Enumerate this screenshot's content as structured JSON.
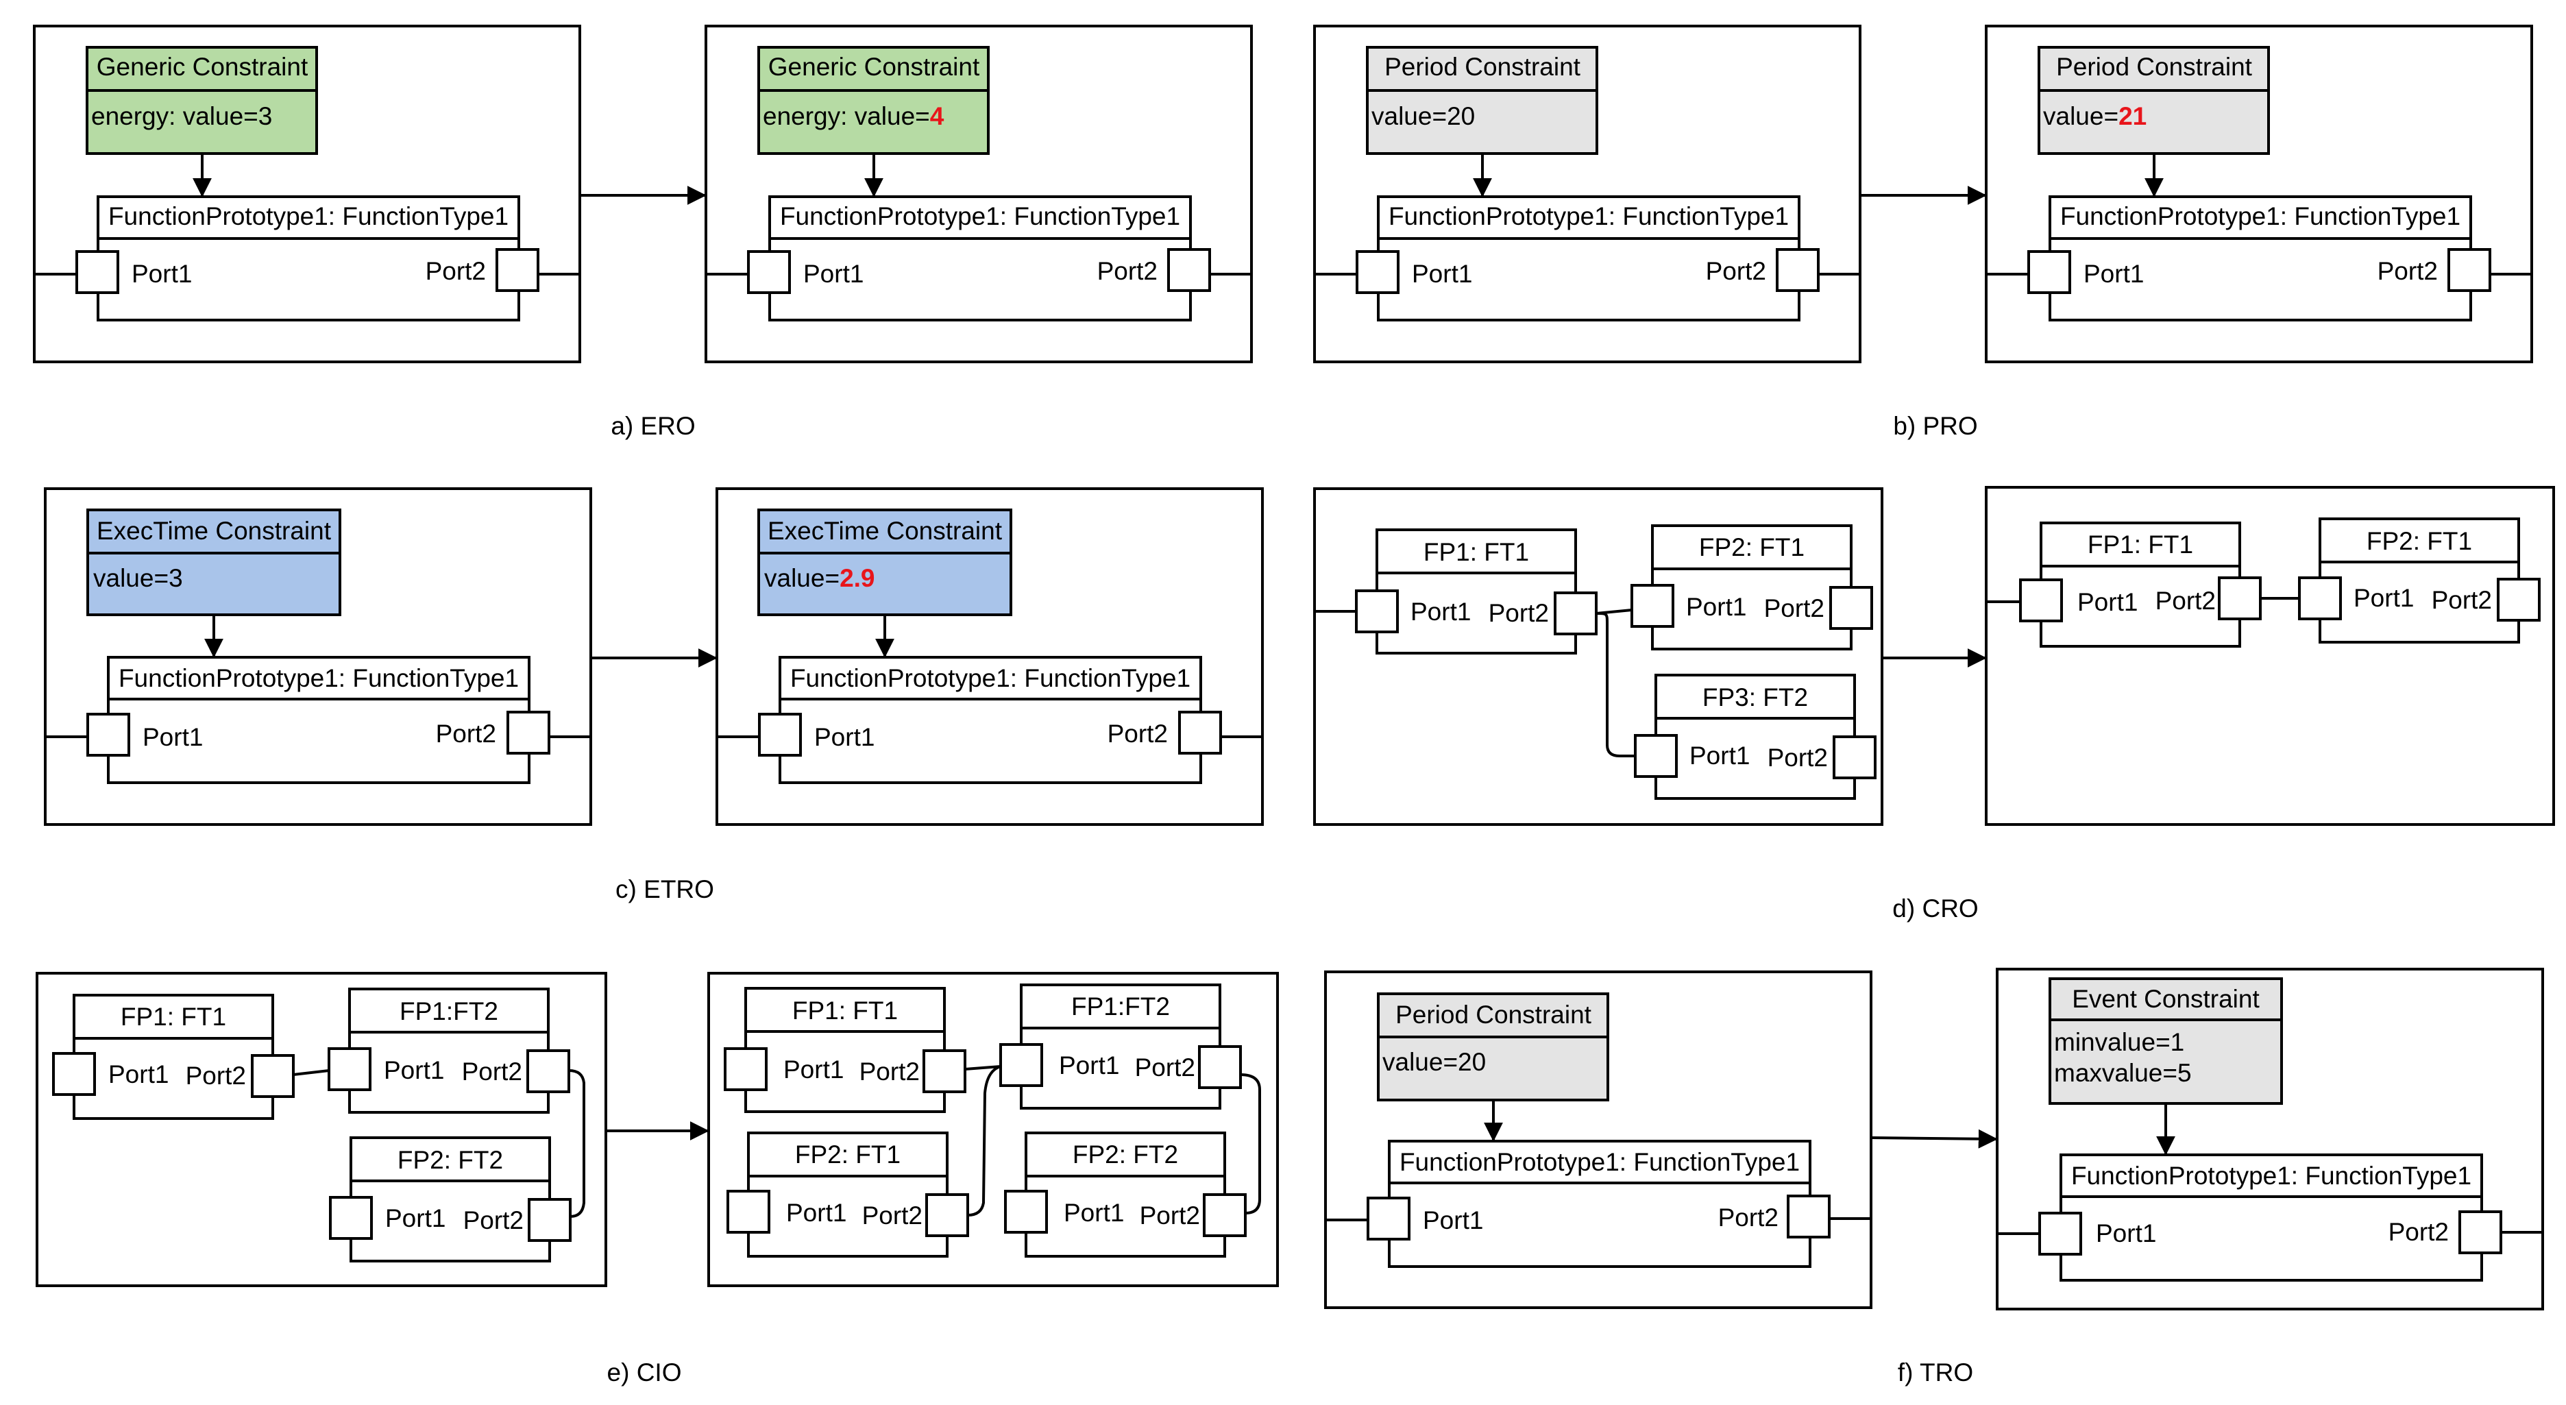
{
  "colors": {
    "stroke": "#000000",
    "generic_fill": "#b6dba4",
    "exec_fill": "#a9c4ea",
    "gray_fill": "#e4e4e4",
    "highlight": "#e8151b"
  },
  "common": {
    "fp_title": "FunctionPrototype1: FunctionType1",
    "port1": "Port1",
    "port2": "Port2"
  },
  "ero": {
    "caption": "a) ERO",
    "constraint_title": "Generic Constraint",
    "before_prefix": "energy: value=",
    "before_value": "3",
    "after_prefix": "energy: value=",
    "after_value": "4"
  },
  "pro": {
    "caption": "b) PRO",
    "constraint_title": "Period Constraint",
    "before_prefix": "value=",
    "before_value": "20",
    "after_prefix": "value=",
    "after_value": "21"
  },
  "etro": {
    "caption": "c) ETRO",
    "constraint_title": "ExecTime Constraint",
    "before_prefix": "value=",
    "before_value": "3",
    "after_prefix": "value=",
    "after_value": "2.9"
  },
  "cro": {
    "caption": "d) CRO",
    "fp1": "FP1: FT1",
    "fp2": "FP2: FT1",
    "fp3": "FP3: FT2"
  },
  "cio": {
    "caption": "e) CIO",
    "fp1_ft1": "FP1: FT1",
    "fp1_ft2": "FP1:FT2",
    "fp2_ft2": "FP2: FT2",
    "fp2_ft1": "FP2: FT1"
  },
  "tro": {
    "caption": "f) TRO",
    "period_title": "Period Constraint",
    "period_value": "value=20",
    "event_title": "Event Constraint",
    "event_min": "minvalue=1",
    "event_max": "maxvalue=5"
  }
}
